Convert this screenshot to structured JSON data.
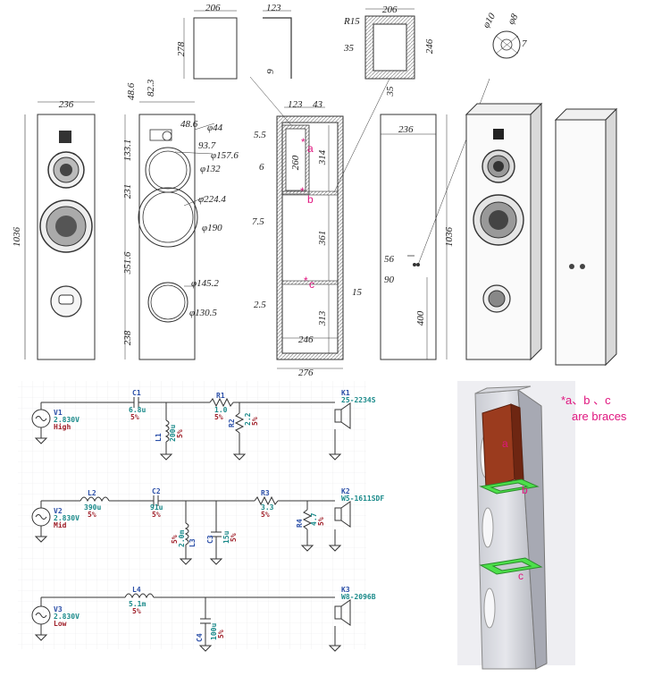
{
  "dims": {
    "front_width": "236",
    "height_left": "1036",
    "d48_6a": "48.6",
    "d82_3": "82.3",
    "d48_6b": "48.6",
    "phi44": "φ44",
    "d93_7": "93.7",
    "phi157_6": "φ157.6",
    "phi132": "φ132",
    "d133_1": "133.1",
    "phi224_4": "φ224.4",
    "d231": "231",
    "phi190": "φ190",
    "d351_6": "351.6",
    "phi145_2": "φ145.2",
    "d238": "238",
    "phi130_5": "φ130.5",
    "top206": "206",
    "top123": "123",
    "d278": "278",
    "d9": "9",
    "r15": "R15",
    "sq206": "206",
    "sq35a": "35",
    "sq246": "246",
    "sq35b": "35",
    "phi10": "φ10",
    "phi8": "φ8",
    "d7": "7",
    "sec123": "123",
    "sec43": "43",
    "d5_5": "5.5",
    "d260": "260",
    "d314": "314",
    "d6": "6",
    "d7_5": "7.5",
    "d361": "361",
    "d15": "15",
    "d2_5": "2.5",
    "d313": "313",
    "d246": "246",
    "d276": "276",
    "side236": "236",
    "side1036": "1036",
    "d56": "56",
    "d90": "90",
    "d400": "400"
  },
  "braces": {
    "a": "a",
    "b": "b",
    "c": "c",
    "star": "*"
  },
  "note": {
    "line1": "*a、b 、c",
    "line2": "are braces"
  },
  "render_labels": {
    "a": "a",
    "b": "b",
    "c": "c"
  },
  "schematic": {
    "v1": {
      "name": "V1",
      "value": "2.830V",
      "band": "High"
    },
    "c1": {
      "name": "C1",
      "value": "6.8u",
      "tol": "5%"
    },
    "r1": {
      "name": "R1",
      "value": "1.0",
      "tol": "5%"
    },
    "l1": {
      "name": "L1",
      "value": "200u",
      "tol": "5%"
    },
    "r2": {
      "name": "R2",
      "value": "2.2",
      "tol": "5%"
    },
    "k1": {
      "name": "K1",
      "model": "25-2234S"
    },
    "v2": {
      "name": "V2",
      "value": "2.830V",
      "band": "Mid"
    },
    "l2": {
      "name": "L2",
      "value": "390u",
      "tol": "5%"
    },
    "c2": {
      "name": "C2",
      "value": "91u",
      "tol": "5%"
    },
    "r3": {
      "name": "R3",
      "value": "3.3",
      "tol": "5%"
    },
    "l3": {
      "name": "L3",
      "value": "2.0m",
      "tol": "5%"
    },
    "c3": {
      "name": "C3",
      "value": "15u",
      "tol": "5%"
    },
    "r4": {
      "name": "R4",
      "value": "4.7",
      "tol": "5%"
    },
    "k2": {
      "name": "K2",
      "model": "W5-1611SDF"
    },
    "v3": {
      "name": "V3",
      "value": "2.830V",
      "band": "Low"
    },
    "l4": {
      "name": "L4",
      "value": "5.1m",
      "tol": "5%"
    },
    "c4": {
      "name": "C4",
      "value": "100u",
      "tol": "5%"
    },
    "k3": {
      "name": "K3",
      "model": "W8-2096B"
    }
  },
  "colors": {
    "brace": "#e0157f",
    "schematic_blue": "#2b4fa8",
    "schematic_teal": "#1a8a8a",
    "schematic_red": "#a0202a",
    "wood": "#9b3b1e",
    "green": "#4ce04a"
  }
}
